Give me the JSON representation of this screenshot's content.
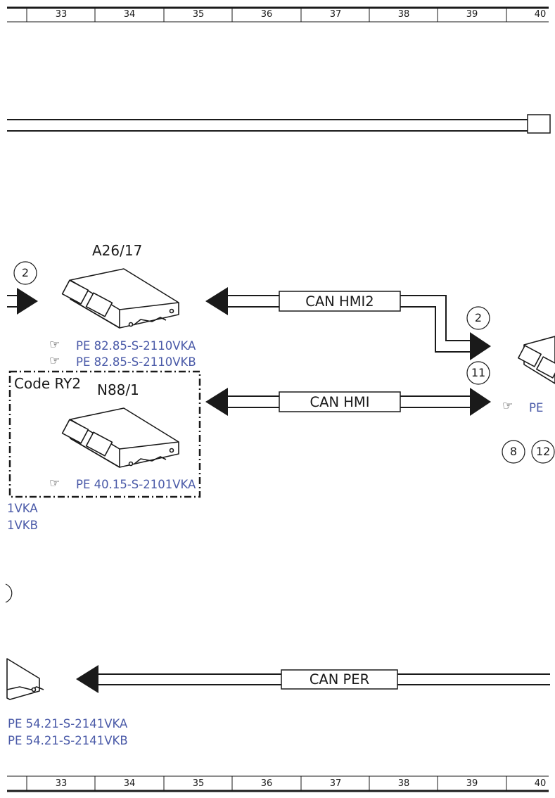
{
  "ruler_top": [
    "33",
    "34",
    "35",
    "36",
    "37",
    "38",
    "39",
    "40"
  ],
  "ruler_bottom": [
    "33",
    "34",
    "35",
    "36",
    "37",
    "38",
    "39",
    "40"
  ],
  "components": {
    "a26_17": {
      "label": "A26/17",
      "refs": [
        "PE 82.85-S-2110VKA",
        "PE 82.85-S-2110VKB"
      ]
    },
    "n88_1": {
      "label": "N88/1",
      "code_box": "Code RY2",
      "refs": [
        "PE 40.15-S-2101VKA"
      ]
    },
    "left_partial": {
      "refs": [
        "1VKA",
        "1VKB"
      ]
    },
    "bottom_left": {
      "refs": [
        "PE 54.21-S-2141VKA",
        "PE 54.21-S-2141VKB"
      ]
    },
    "right_partial": {
      "refs": [
        "PE"
      ]
    }
  },
  "buses": {
    "can_hmi2": "CAN HMI2",
    "can_hmi": "CAN HMI",
    "can_per": "CAN PER"
  },
  "circles": {
    "left_2": "2",
    "right_2": "2",
    "right_11": "11",
    "right_8": "8",
    "right_12": "12"
  },
  "icons": {
    "reference": "pointing-hand-icon"
  },
  "colors": {
    "line": "#1a1a1a",
    "reference_text": "#4a5aa8"
  }
}
